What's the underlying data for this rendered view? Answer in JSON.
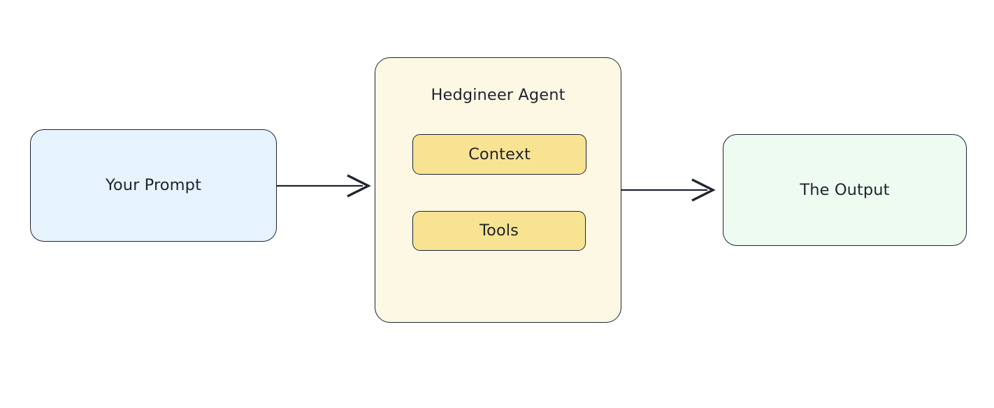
{
  "diagram": {
    "type": "flowchart",
    "direction": "left-to-right",
    "background_color": "#ffffff",
    "stroke_color": "#1f2430",
    "nodes": [
      {
        "id": "prompt",
        "label": "Your Prompt",
        "shape": "rounded-rectangle",
        "fill_color": "#e6f2fc",
        "border_color": "#1f2430"
      },
      {
        "id": "agent",
        "label": "Hedgineer Agent",
        "shape": "rounded-rectangle-container",
        "fill_color": "#fdf8e3",
        "border_color": "#1f2430"
      },
      {
        "id": "context",
        "label": "Context",
        "shape": "rounded-rectangle",
        "fill_color": "#f8e392",
        "border_color": "#1f2430"
      },
      {
        "id": "tools",
        "label": "Tools",
        "shape": "rounded-rectangle",
        "fill_color": "#f8e392",
        "border_color": "#1f2430"
      },
      {
        "id": "output",
        "label": "The Output",
        "shape": "rounded-rectangle",
        "fill_color": "#edfbf0",
        "border_color": "#1f2430"
      }
    ],
    "edges": [
      {
        "id": "prompt-to-agent",
        "from": "prompt",
        "to": "agent",
        "label": "",
        "arrow": "open-chevron",
        "direction": "right"
      },
      {
        "id": "agent-to-output",
        "from": "agent",
        "to": "output",
        "label": "",
        "arrow": "open-chevron",
        "direction": "right"
      },
      {
        "id": "context-to-tools",
        "from": "context",
        "to": "tools",
        "label": "",
        "arrow": "open-chevron",
        "direction": "down"
      },
      {
        "id": "tools-to-context",
        "from": "tools",
        "to": "context",
        "label": "",
        "arrow": "open-chevron",
        "direction": "up"
      }
    ]
  }
}
